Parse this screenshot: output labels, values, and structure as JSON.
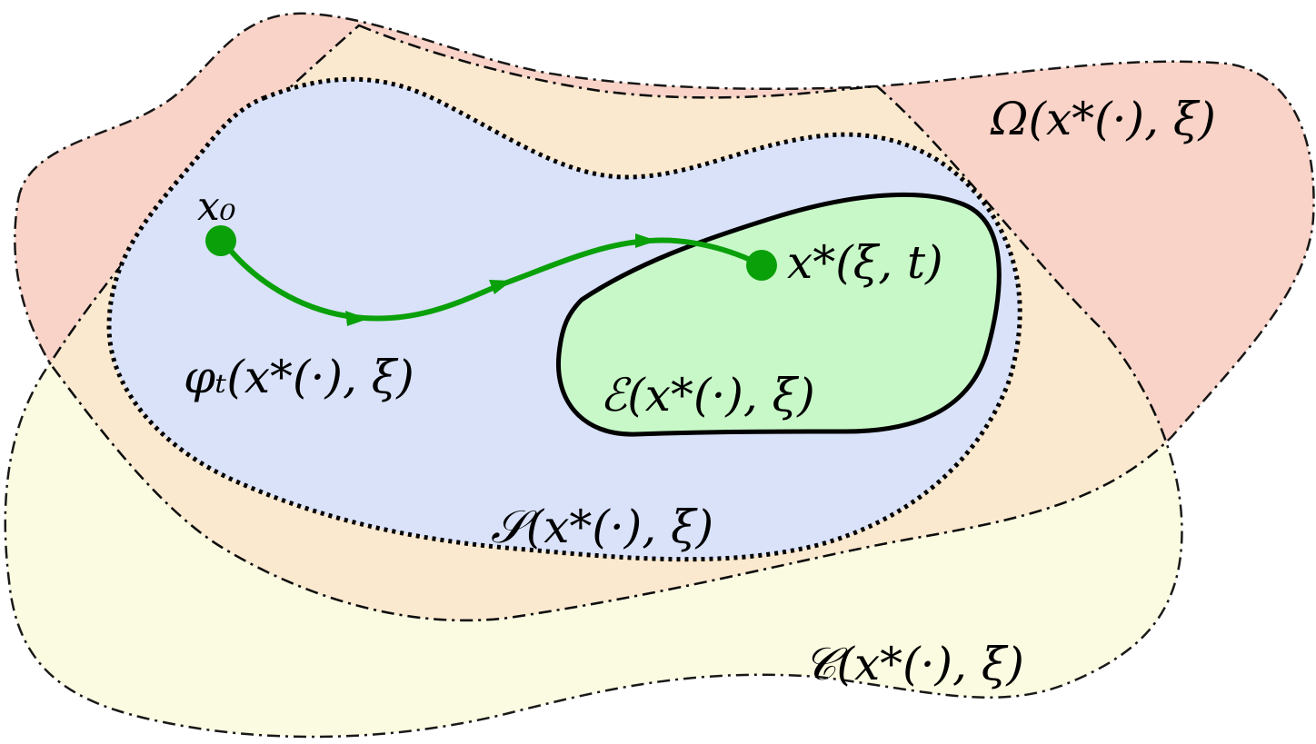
{
  "labels": {
    "omega": "Ω(x*(·), ξ)",
    "constraint": "𝒞(x*(·), ξ)",
    "safe": "𝒮(x*(·), ξ)",
    "equilibrium": "ℰ(x*(·), ξ)",
    "flow": "φₜ(x*(·), ξ)",
    "start": "x₀",
    "target": "x*(ξ, t)"
  },
  "colors": {
    "omega_fill": "#f9d3c8",
    "constraint_fill": "#fbfbe2",
    "overlap_fill": "#fbe9cf",
    "safe_fill": "#d9e2f9",
    "equilibrium_fill": "#c8f8c8",
    "trajectory": "#0aa00a",
    "outline": "#000000"
  }
}
